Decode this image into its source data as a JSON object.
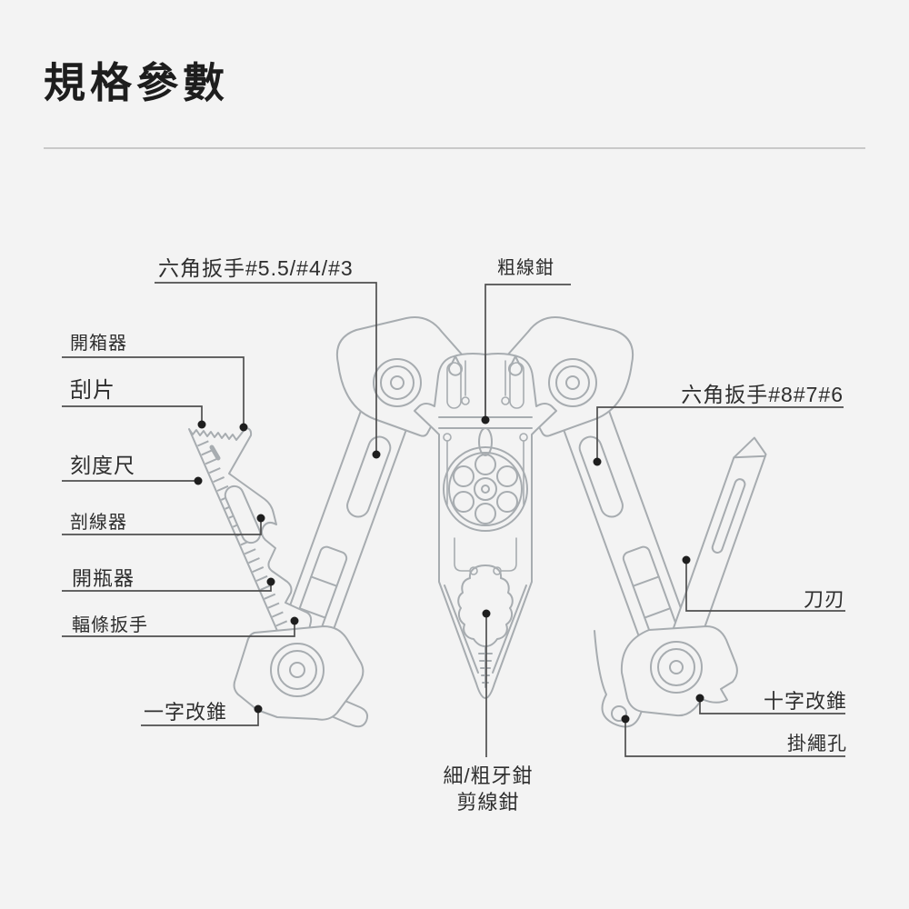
{
  "page": {
    "title": "規格參數",
    "background_color": "#f3f3f3"
  },
  "colors": {
    "artwork_outline": "#a7acb0",
    "leader_line": "#4f4f4f",
    "callout_dot": "#1e1e1e",
    "text": "#2e2e2e",
    "title_text": "#1d1d1d",
    "divider": "#c9c9c9"
  },
  "diagram": {
    "subject": "folding multi-tool pliers line drawing with labeled parts"
  },
  "callouts": {
    "hex_wrench_small": "六角扳手#5.5/#4/#3",
    "coarse_wire_pliers": "粗線鉗",
    "box_opener": "開箱器",
    "scraper": "刮片",
    "scale_ruler": "刻度尺",
    "wire_stripper": "剖線器",
    "bottle_opener": "開瓶器",
    "spoke_wrench": "輻條扳手",
    "flathead_screwdriver": "一字改錐",
    "hex_wrench_large": "六角扳手#8#7#6",
    "blade": "刀刃",
    "phillips_screwdriver": "十字改錐",
    "lanyard_hole": "掛繩孔",
    "jaws_line1": "細/粗牙鉗",
    "jaws_line2": "剪線鉗"
  }
}
